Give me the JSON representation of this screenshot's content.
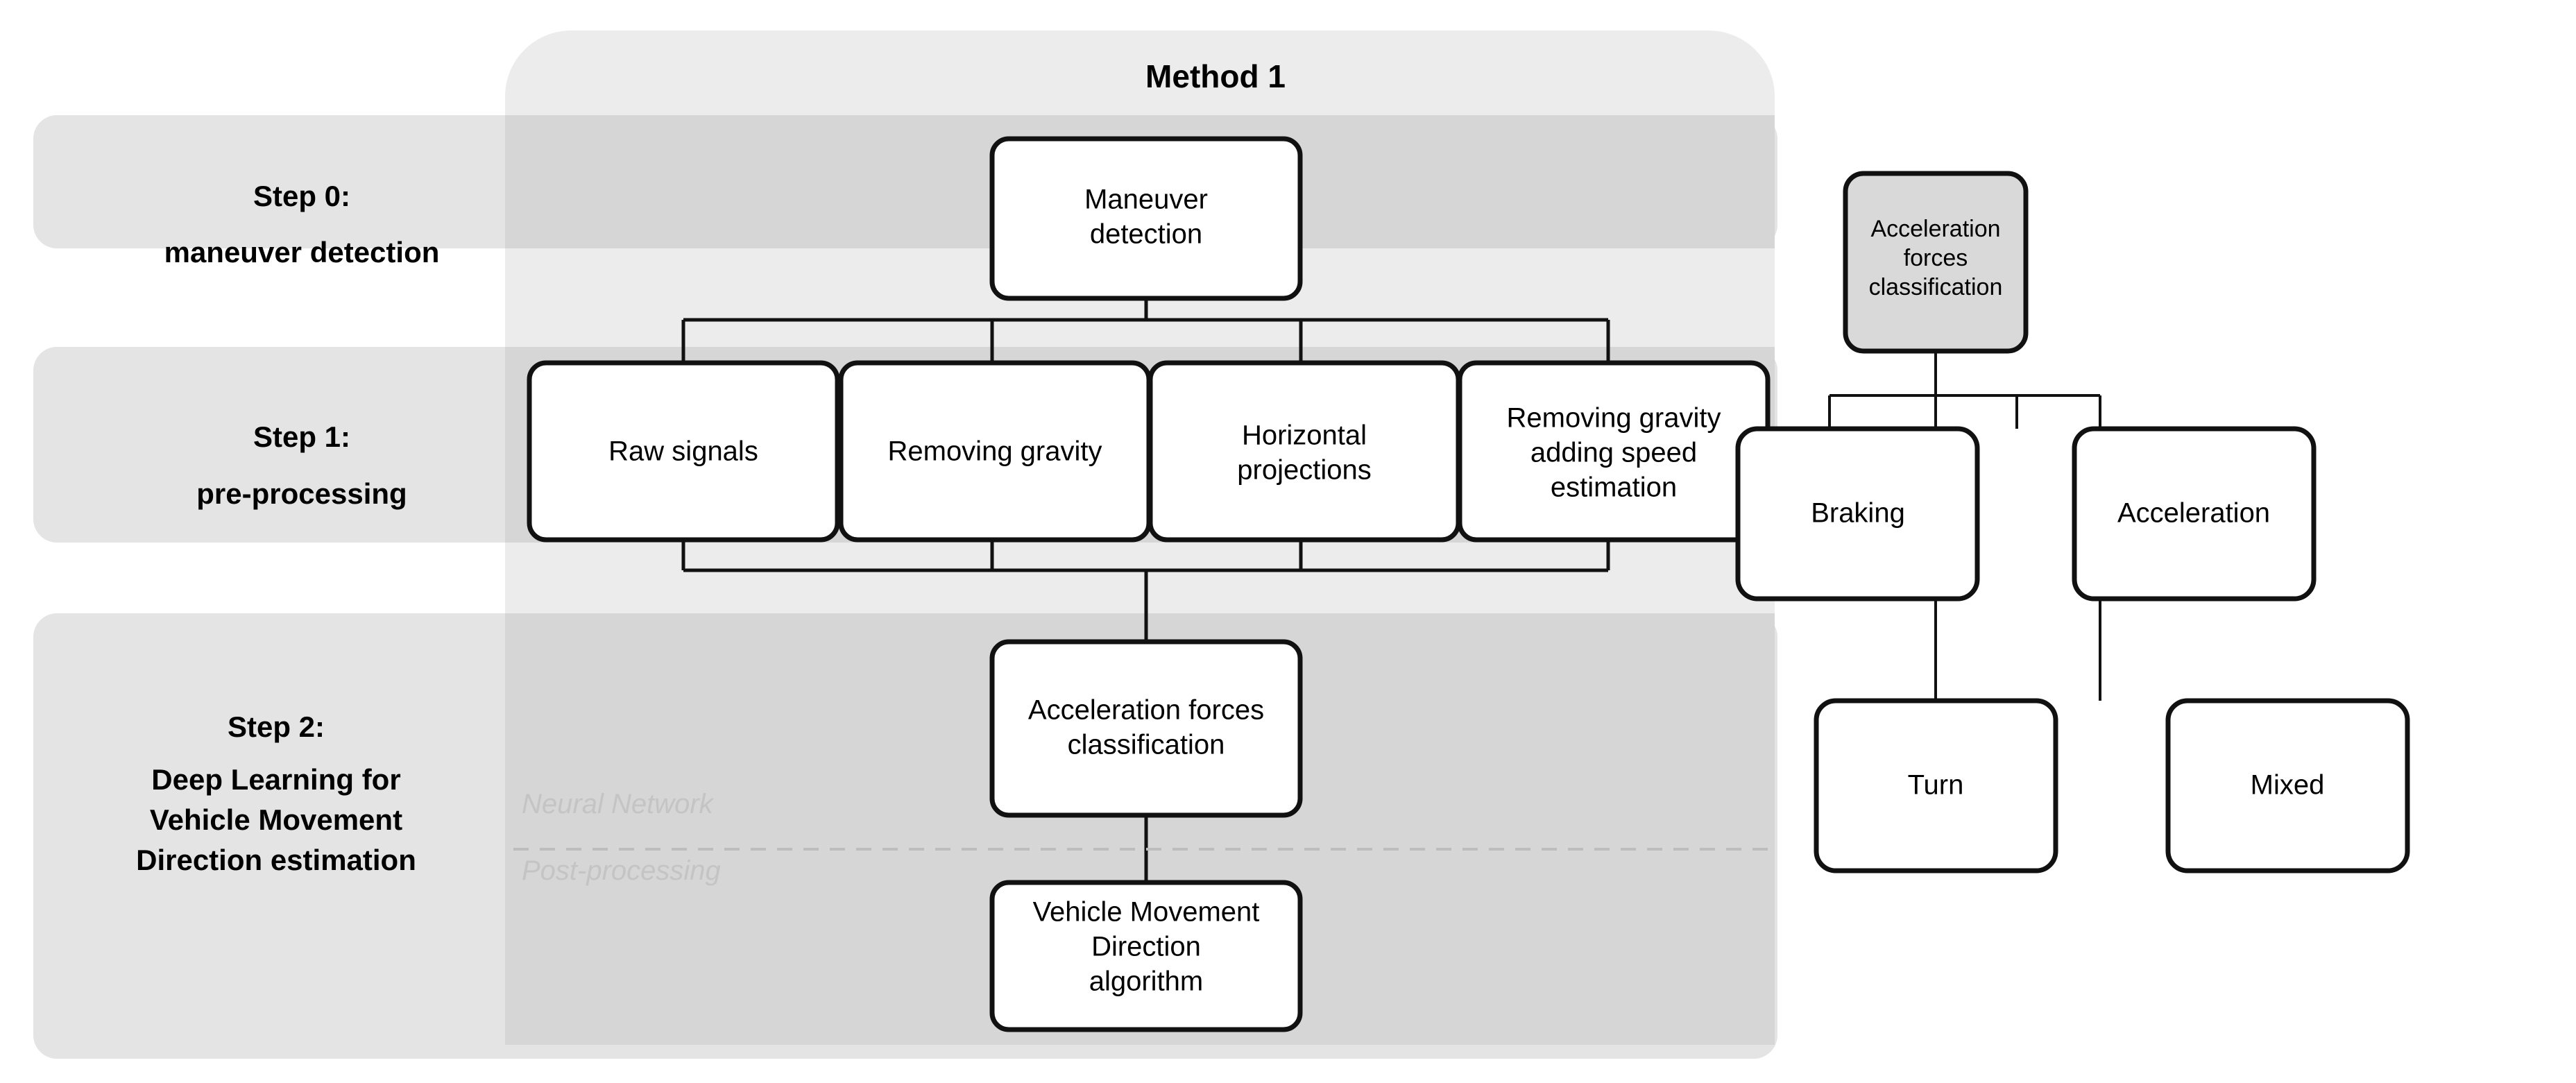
{
  "method_panel": {
    "title": "Method 1"
  },
  "steps": [
    {
      "id": "step0",
      "line1": "Step 0:",
      "line2": "maneuver detection"
    },
    {
      "id": "step1",
      "line1": "Step 1:",
      "line2": "pre-processing"
    },
    {
      "id": "step2",
      "line1": "Step 2:",
      "line2a": "Deep Learning for",
      "line2b": "Vehicle Movement",
      "line2c": "Direction estimation"
    }
  ],
  "pipeline": {
    "root": {
      "line1": "Maneuver",
      "line2": "detection"
    },
    "preprocessing": [
      {
        "line1": "Raw signals"
      },
      {
        "line1": "Removing gravity"
      },
      {
        "line1": "Horizontal",
        "line2": "projections"
      },
      {
        "line1": "Removing gravity",
        "line2": "adding speed",
        "line3": "estimation"
      }
    ],
    "classifier": {
      "line1": "Acceleration forces",
      "line2": "classification"
    },
    "algorithm": {
      "line1": "Vehicle Movement",
      "line2": "Direction",
      "line3": "algorithm"
    },
    "ghost_labels": {
      "neural_network": "Neural Network",
      "post_processing": "Post-processing"
    }
  },
  "taxonomy": {
    "root": {
      "line1": "Acceleration",
      "line2": "forces",
      "line3": "classification"
    },
    "children": [
      {
        "label": "Braking"
      },
      {
        "label": "Acceleration"
      },
      {
        "label": "Turn"
      },
      {
        "label": "Mixed"
      }
    ]
  },
  "colors": {
    "band": "#e4e4e4",
    "method_panel": "#ececec",
    "method_panel_inner": "#d6d6d6",
    "box_fill": "#ffffff",
    "box_fill_shaded": "#d9d9d9",
    "stroke": "#111111",
    "ghost_text": "#c4c4c4",
    "dash": "#bdbdbd"
  }
}
